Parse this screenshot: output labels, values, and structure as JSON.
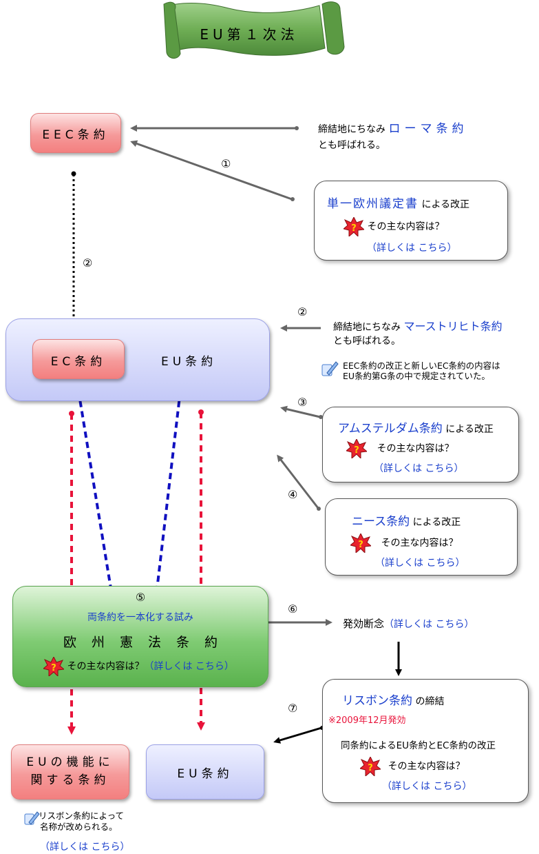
{
  "title": "EU第１次法",
  "eec": {
    "label": "EEC条約",
    "rome_prefix": "締結地にちなみ",
    "rome_name": "ローマ条約",
    "rome_suffix": "とも呼ばれる。"
  },
  "step1": "①",
  "sea": {
    "name": "単一欧州議定書",
    "suffix": "による改正",
    "q": "その主な内容は？",
    "link": "（詳しくは こちら）"
  },
  "step2a": "②",
  "step2b": "②",
  "ec_label": "EC条約",
  "eu_label": "EU条約",
  "maastricht": {
    "prefix": "締結地にちなみ",
    "name": "マーストリヒト条約",
    "suffix": "とも呼ばれる。"
  },
  "memo1": {
    "line1": "EEC条約の改正と新しいEC条約の内容は",
    "line2": "EU条約第G条の中で規定されていた。"
  },
  "step3": "③",
  "amsterdam": {
    "name": "アムステルダム条約",
    "suffix": "による改正",
    "q": "その主な内容は？",
    "link": "（詳しくは こちら）"
  },
  "step4": "④",
  "nice": {
    "name": "ニース条約",
    "suffix": "による改正",
    "q": "その主な内容は？",
    "link": "（詳しくは こちら）"
  },
  "step5": "⑤",
  "constitution": {
    "sub": "両条約を一本化する試み",
    "name": "欧州憲法条約",
    "q": "その主な内容は？",
    "link": "（詳しくは こちら）"
  },
  "step6": "⑥",
  "halt": {
    "label": "発効断念",
    "link": "（詳しくは こちら）"
  },
  "lisbon": {
    "name": "リスボン条約",
    "suffix": "の締結",
    "date": "※2009年12月発効",
    "desc": "同条約によるEU条約とEC条約の改正",
    "q": "その主な内容は？",
    "link": "（詳しくは こちら）"
  },
  "step7": "⑦",
  "tfeu": {
    "line1": "EUの機能に",
    "line2": "関する条約"
  },
  "eu_final": "EU条約",
  "memo2": {
    "line1": "リスボン条約によって",
    "line2": "名称が改められる。",
    "link": "（詳しくは こちら）"
  },
  "colors": {
    "arrow_gray": "#666666",
    "arrow_blue": "#1010c0",
    "arrow_red": "#e8133a",
    "link": "#1a3fcc"
  }
}
